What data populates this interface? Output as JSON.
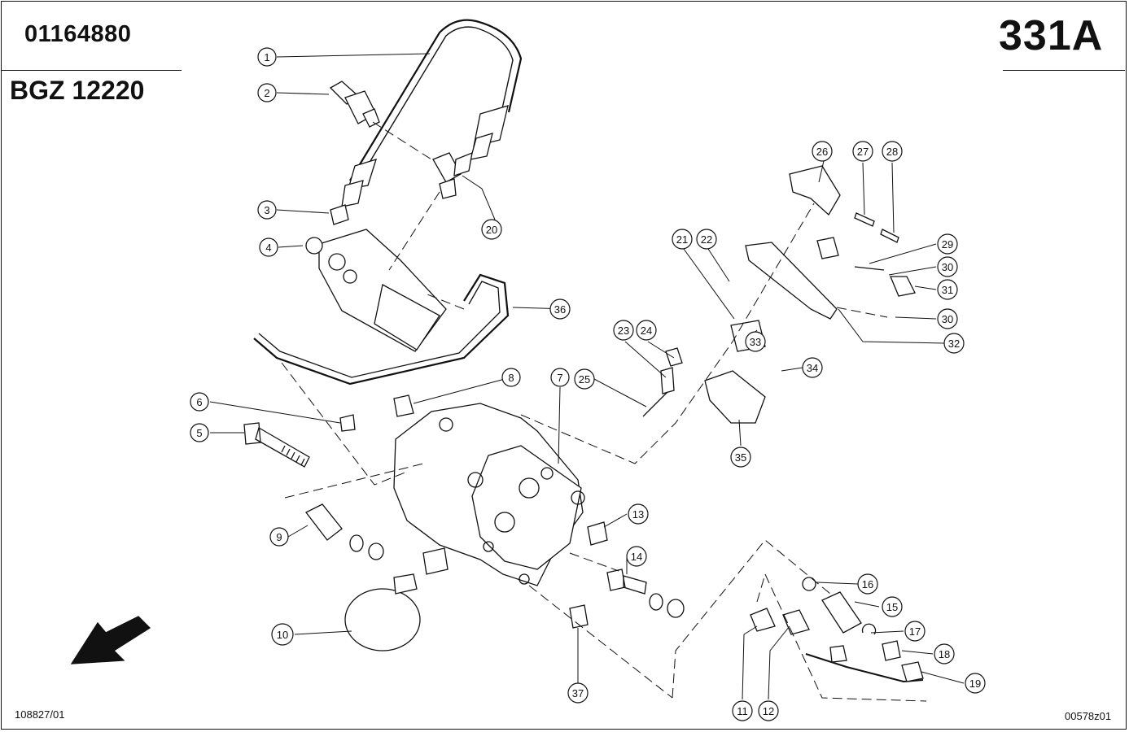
{
  "header": {
    "part_reference": "01164880",
    "model_code": "BGZ 12220",
    "plate_number": "331A"
  },
  "footer": {
    "drawing_number": "108827/01",
    "image_code": "00578z01"
  },
  "callouts": [
    {
      "id": "1",
      "label": "1"
    },
    {
      "id": "2",
      "label": "2"
    },
    {
      "id": "3",
      "label": "3"
    },
    {
      "id": "4",
      "label": "4"
    },
    {
      "id": "5",
      "label": "5"
    },
    {
      "id": "6",
      "label": "6"
    },
    {
      "id": "7",
      "label": "7"
    },
    {
      "id": "8",
      "label": "8"
    },
    {
      "id": "9",
      "label": "9"
    },
    {
      "id": "10",
      "label": "10"
    },
    {
      "id": "11",
      "label": "11"
    },
    {
      "id": "12",
      "label": "12"
    },
    {
      "id": "13",
      "label": "13"
    },
    {
      "id": "14",
      "label": "14"
    },
    {
      "id": "15",
      "label": "15"
    },
    {
      "id": "16",
      "label": "16"
    },
    {
      "id": "17",
      "label": "17"
    },
    {
      "id": "18",
      "label": "18"
    },
    {
      "id": "19",
      "label": "19"
    },
    {
      "id": "20",
      "label": "20"
    },
    {
      "id": "21",
      "label": "21"
    },
    {
      "id": "22",
      "label": "22"
    },
    {
      "id": "23",
      "label": "23"
    },
    {
      "id": "24",
      "label": "24"
    },
    {
      "id": "25",
      "label": "25"
    },
    {
      "id": "26",
      "label": "26"
    },
    {
      "id": "27",
      "label": "27"
    },
    {
      "id": "28",
      "label": "28"
    },
    {
      "id": "29",
      "label": "29"
    },
    {
      "id": "30a",
      "label": "30"
    },
    {
      "id": "30b",
      "label": "30"
    },
    {
      "id": "31",
      "label": "31"
    },
    {
      "id": "32",
      "label": "32"
    },
    {
      "id": "33",
      "label": "33"
    },
    {
      "id": "34",
      "label": "34"
    },
    {
      "id": "35",
      "label": "35"
    },
    {
      "id": "36",
      "label": "36"
    },
    {
      "id": "37",
      "label": "37"
    }
  ],
  "icons": {
    "direction_arrow": "direction-arrow-icon"
  }
}
